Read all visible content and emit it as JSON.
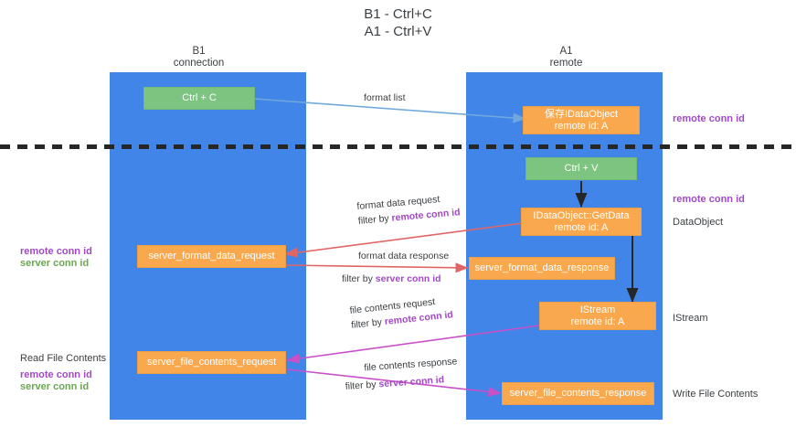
{
  "title": {
    "line1": "B1 - Ctrl+C",
    "line2": "A1 - Ctrl+V"
  },
  "columns": [
    {
      "name": "B1",
      "role": "connection"
    },
    {
      "name": "A1",
      "role": "remote"
    }
  ],
  "colors": {
    "lane": "#4285e8",
    "green_box": "#7cc47f",
    "orange_box": "#f9a84d",
    "purple_text": "#a348c8",
    "green_text": "#6aa84f",
    "blue_arrow": "#6fa8dc",
    "red_arrow": "#e06666",
    "magenta_arrow": "#c850c8",
    "black_arrow": "#262626",
    "text": "#3c4043"
  },
  "boxes": {
    "ctrl_c": {
      "line1": "Ctrl + C"
    },
    "save_idataobject": {
      "line1": "保存IDataObject",
      "line2": "remote id: A"
    },
    "ctrl_v": {
      "line1": "Ctrl + V"
    },
    "getdata": {
      "line1": "IDataObject::GetData",
      "line2": "remote id: A"
    },
    "server_format_data_request": {
      "line1": "server_format_data_request"
    },
    "server_format_data_response": {
      "line1": "server_format_data_response"
    },
    "istream": {
      "line1": "IStream",
      "line2": "remote id: A"
    },
    "server_file_contents_request": {
      "line1": "server_file_contents_request"
    },
    "server_file_contents_response": {
      "line1": "server_file_contents_response"
    }
  },
  "edge_labels": {
    "format_list": "format list",
    "format_data_request": "format data request",
    "format_data_request_filter_prefix": "filter by ",
    "format_data_request_filter_key": "remote conn id",
    "format_data_response": "format data response",
    "format_data_response_filter_prefix": "filter by ",
    "format_data_response_filter_key": "server conn id",
    "file_contents_request": "file contents request",
    "file_contents_request_filter_prefix": "filter by ",
    "file_contents_request_filter_key": "remote conn id",
    "file_contents_response": "file contents response",
    "file_contents_response_filter_prefix": "filter by ",
    "file_contents_response_filter_key": "server conn id"
  },
  "right_labels": {
    "remote_conn_id_top": "remote conn id",
    "remote_conn_id_mid": "remote conn id",
    "dataobject": "DataObject",
    "istream": "IStream",
    "write_file_contents": "Write File Contents"
  },
  "left_labels": {
    "remote_conn_id_mid": "remote conn id",
    "server_conn_id_mid": "server conn id",
    "read_file_contents": "Read File Contents",
    "remote_conn_id_bottom": "remote conn id",
    "server_conn_id_bottom": "server conn id"
  }
}
